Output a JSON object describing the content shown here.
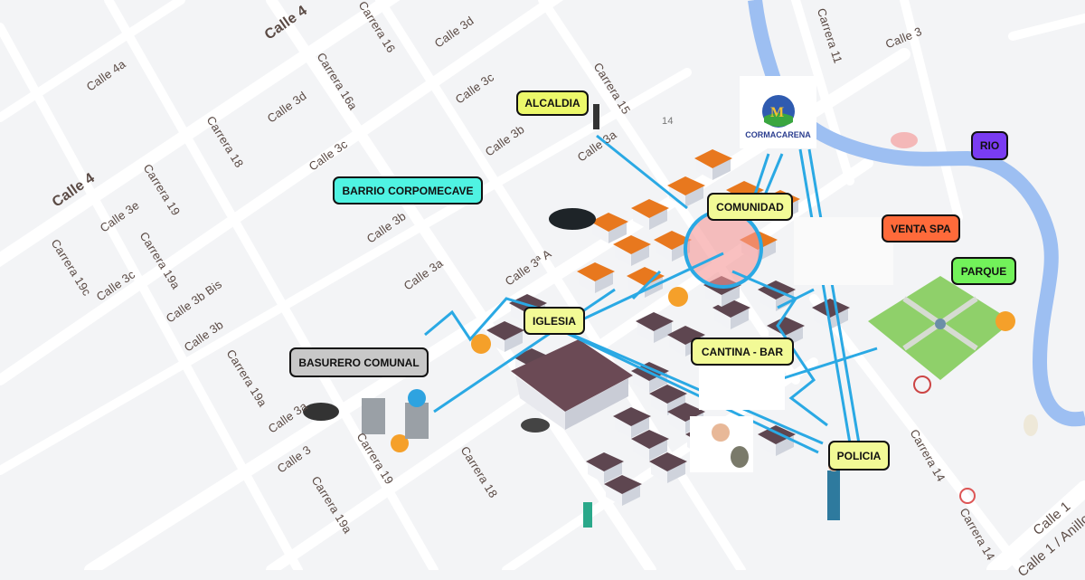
{
  "streets": {
    "calle4_top": "Calle 4",
    "calle4a": "Calle 4a",
    "carrera16a": "Carrera 16a",
    "carrera16": "Carrera 16",
    "calle3d_top": "Calle 3d",
    "calle3d_mid": "Calle 3d",
    "calle3c_top": "Calle 3c",
    "carrera15": "Carrera 15",
    "carrera18_top": "Carrera 18",
    "calle3c_mid": "Calle 3c",
    "calle4_left": "Calle 4",
    "carrera19_top": "Carrera 19",
    "calle3e": "Calle 3e",
    "carrera19c": "Carrera 19c",
    "carrera19a_top": "Carrera 19a",
    "calle3c_left": "Calle 3c",
    "calle3b_bis": "Calle 3b Bis",
    "calle3b_mid": "Calle 3b",
    "calle3a_mid": "Calle 3a",
    "calle3a_a": "Calle 3ª A",
    "calle3b_left": "Calle 3b",
    "carrera19a_mid": "Carrera 19a",
    "calle3a_left": "Calle 3a",
    "calle3_bottom": "Calle 3",
    "carrera19a_bottom": "Carrera 19a",
    "carrera19_bottom": "Carrera 19",
    "carrera18_bottom": "Carrera 18",
    "calle3b_top": "Calle 3b",
    "calle3a_top": "Calle 3a",
    "block14": "14",
    "carrera11": "Carrera 11",
    "calle3_right": "Calle 3",
    "carrera14_top": "Carrera 14",
    "carrera14_bottom": "Carrera 14",
    "calle1": "Calle 1",
    "calle1_anillo": "Calle 1 / Anillo"
  },
  "callouts": {
    "alcaldia": {
      "label": "ALCALDIA",
      "color": "#ecf86a"
    },
    "barrio": {
      "label": "BARRIO CORPOMECAVE",
      "color": "#4ff3e2"
    },
    "comunidad": {
      "label": "COMUNIDAD",
      "color": "#f2fa96"
    },
    "venta_spa": {
      "label": "VENTA SPA",
      "color": "#ff6a3a"
    },
    "rio": {
      "label": "RIO",
      "color": "#7a3cf2"
    },
    "parque": {
      "label": "PARQUE",
      "color": "#72f25a"
    },
    "iglesia": {
      "label": "IGLESIA",
      "color": "#f2fa96"
    },
    "basurero": {
      "label": "BASURERO COMUNAL",
      "color": "#c8c8c8"
    },
    "cantina": {
      "label": "CANTINA - BAR",
      "color": "#f2fa96"
    },
    "policia": {
      "label": "POLICIA",
      "color": "#f2fa96"
    }
  },
  "logo": {
    "name": "CORMACARENA"
  },
  "colors": {
    "river": "#9dbff2",
    "link": "#2aa9e4",
    "road": "#ffffff",
    "block_edge": "#d9dbe0"
  }
}
